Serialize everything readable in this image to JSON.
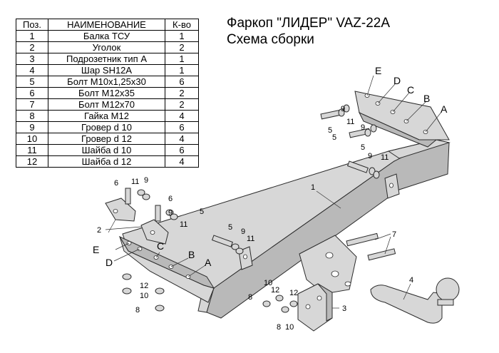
{
  "title": {
    "line1": "Фаркоп \"ЛИДЕР\" VAZ-22A",
    "line2": "Схема сборки"
  },
  "table": {
    "headers": {
      "pos": "Поз.",
      "name": "НАИМЕНОВАНИЕ",
      "qty": "К-во"
    },
    "rows": [
      {
        "pos": "1",
        "name": "Балка ТСУ",
        "qty": "1"
      },
      {
        "pos": "2",
        "name": "Уголок",
        "qty": "2"
      },
      {
        "pos": "3",
        "name": "Подрозетник тип А",
        "qty": "1"
      },
      {
        "pos": "4",
        "name": "Шар SH12A",
        "qty": "1"
      },
      {
        "pos": "5",
        "name": "Болт М10х1,25х30",
        "qty": "6"
      },
      {
        "pos": "6",
        "name": "Болт М12х35",
        "qty": "2"
      },
      {
        "pos": "7",
        "name": "Болт М12х70",
        "qty": "2"
      },
      {
        "pos": "8",
        "name": "Гайка М12",
        "qty": "4"
      },
      {
        "pos": "9",
        "name": "Гровер d 10",
        "qty": "6"
      },
      {
        "pos": "10",
        "name": "Гровер d 12",
        "qty": "4"
      },
      {
        "pos": "11",
        "name": "Шайба d 10",
        "qty": "6"
      },
      {
        "pos": "12",
        "name": "Шайба d 12",
        "qty": "4"
      }
    ]
  },
  "callouts": {
    "letters": {
      "a": "A",
      "b": "B",
      "c": "C",
      "d": "D",
      "e": "E"
    },
    "numbers": {
      "n1": "1",
      "n2": "2",
      "n3": "3",
      "n4": "4",
      "n5": "5",
      "n6": "6",
      "n7": "7",
      "n8": "8",
      "n9": "9",
      "n10": "10",
      "n11": "11",
      "n12": "12"
    }
  }
}
